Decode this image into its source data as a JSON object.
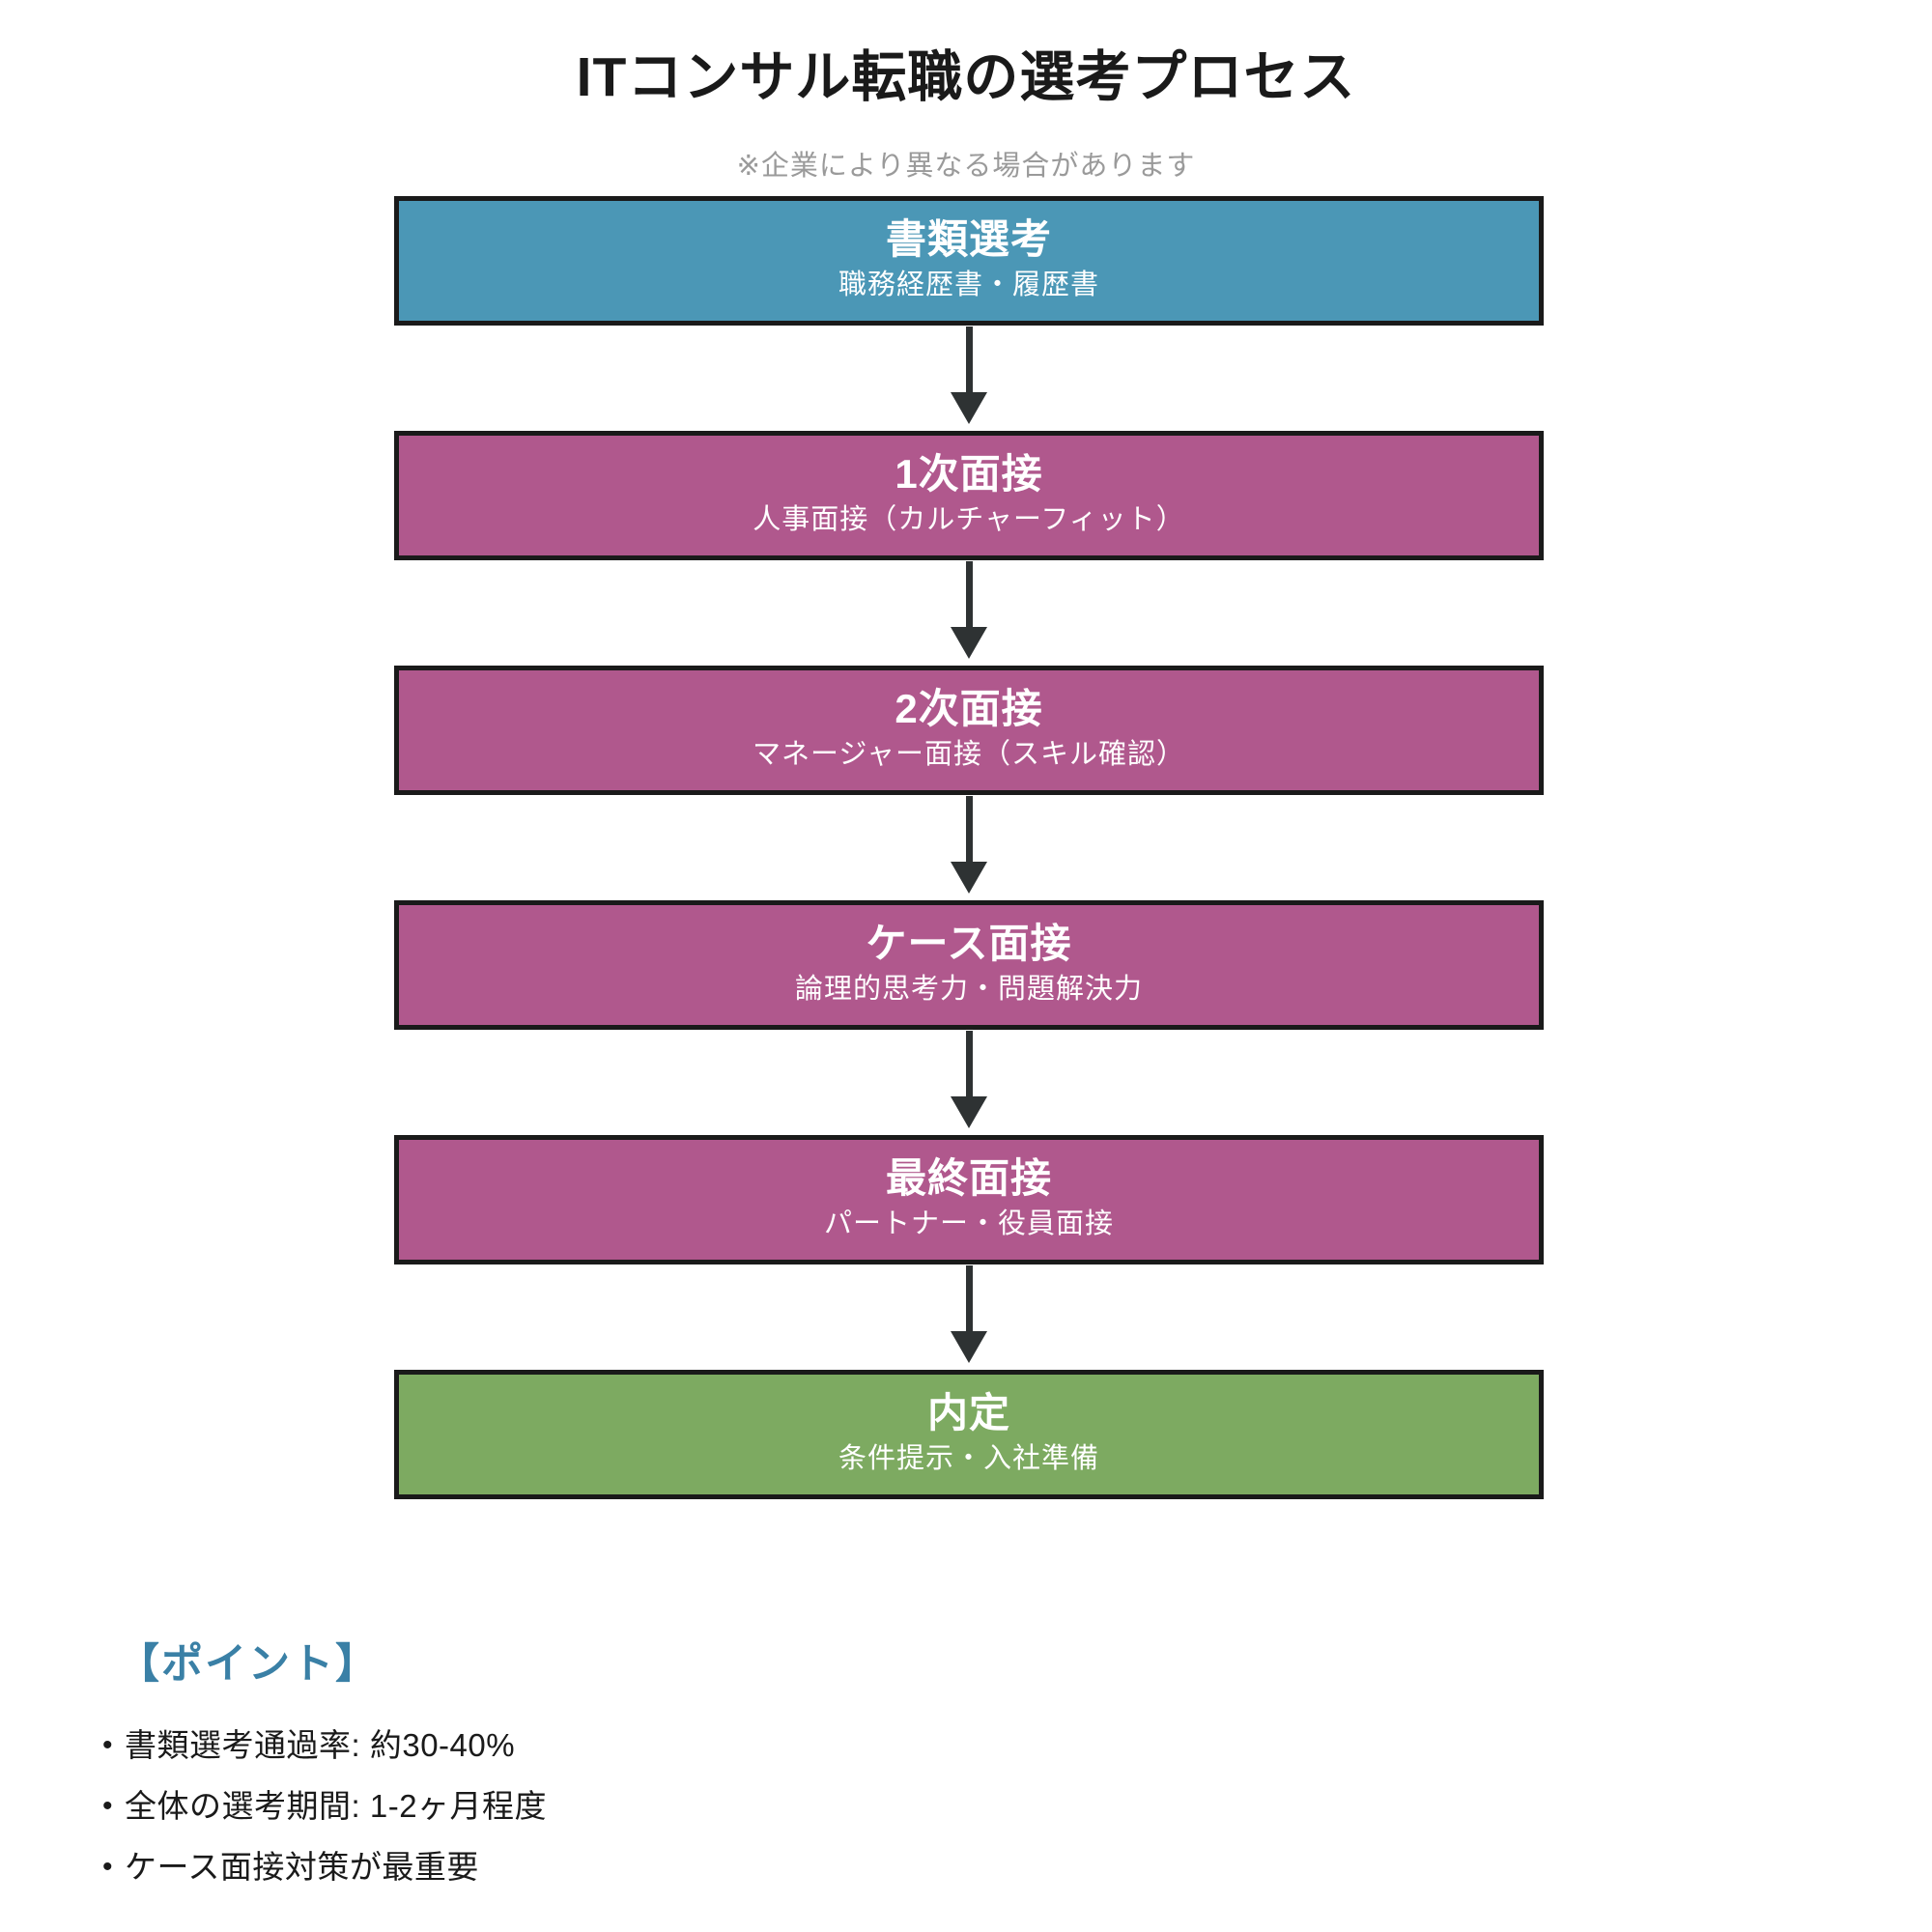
{
  "page": {
    "title": "ITコンサル転職の選考プロセス",
    "subtitle": "※企業により異なる場合があります"
  },
  "flow": {
    "steps": [
      {
        "title": "書類選考",
        "subtitle": "職務経歴書・履歴書",
        "color": "#4b97b6"
      },
      {
        "title": "1次面接",
        "subtitle": "人事面接（カルチャーフィット）",
        "color": "#b0588d"
      },
      {
        "title": "2次面接",
        "subtitle": "マネージャー面接（スキル確認）",
        "color": "#b0588d"
      },
      {
        "title": "ケース面接",
        "subtitle": "論理的思考力・問題解決力",
        "color": "#b0588d"
      },
      {
        "title": "最終面接",
        "subtitle": "パートナー・役員面接",
        "color": "#b0588d"
      },
      {
        "title": "内定",
        "subtitle": "条件提示・入社準備",
        "color": "#7daa61"
      }
    ]
  },
  "points": {
    "heading": "【ポイント】",
    "heading_color": "#3a80a6",
    "bullet": "•",
    "items": [
      "書類選考通過率: 約30-40%",
      "全体の選考期間: 1-2ヶ月程度",
      "ケース面接対策が最重要"
    ]
  },
  "colors": {
    "box_border": "#1a1a1a",
    "arrow": "#2e3233",
    "title_text": "#1a1a1a",
    "note_text": "#9a9a9a",
    "box_text": "#ffffff",
    "background": "#ffffff"
  }
}
